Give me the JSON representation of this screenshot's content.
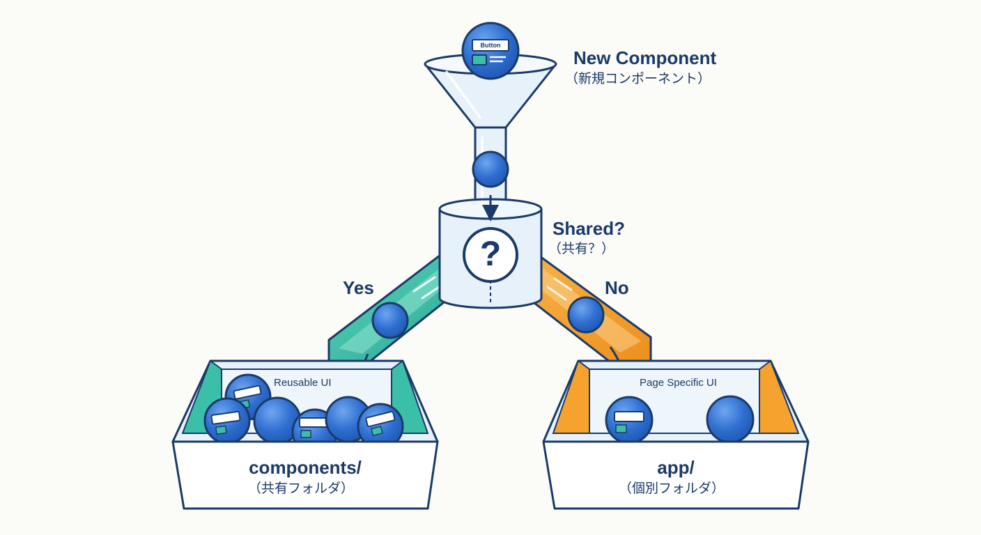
{
  "colors": {
    "navy": "#1a3a68",
    "ball_blue": "#2f6fd1",
    "glass": "#e6f1fa",
    "teal": "#3bbfa8",
    "orange": "#f5a32e",
    "background": "#fbfbf8"
  },
  "input": {
    "title": "New Component",
    "subtitle": "（新規コンポーネント）",
    "ball_label": "Button"
  },
  "decision": {
    "question": "Shared?",
    "question_sub": "（共有？）",
    "symbol": "?"
  },
  "branches": {
    "yes": "Yes",
    "no": "No"
  },
  "bins": {
    "left": {
      "panel_label": "Reusable UI",
      "title": "components/",
      "subtitle": "（共有フォルダ）"
    },
    "right": {
      "panel_label": "Page Specific UI",
      "title": "app/",
      "subtitle": "（個別フォルダ）"
    }
  }
}
